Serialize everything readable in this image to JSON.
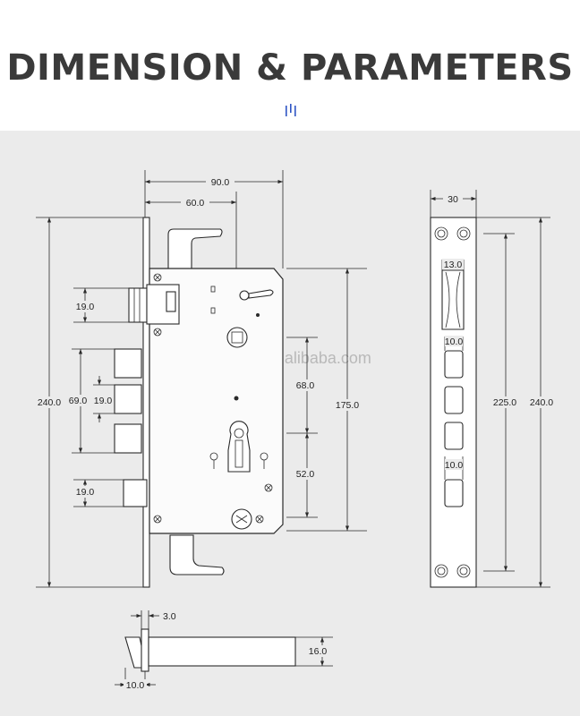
{
  "header": {
    "title": "DIMENSION & PARAMETERS",
    "accent_color": "#2e55c4"
  },
  "drawing": {
    "watermark": "roeasy.en.alibaba.com",
    "front_view": {
      "width_overall": "90.0",
      "width_to_cylinder": "60.0",
      "height_overall": "240.0",
      "latch_height": "19.0",
      "bolt_span": "69.0",
      "bolt_height": "19.0",
      "deadbolt_height": "19.0",
      "spindle_to_cylinder": "68.0",
      "body_height": "175.0",
      "cylinder_to_bottom": "52.0"
    },
    "faceplate_view": {
      "width": "30",
      "latch_slot_width": "13.0",
      "bolt_slot_width_upper": "10.0",
      "bolt_slot_width_lower": "10.0",
      "screw_spacing": "225.0",
      "height_overall": "240.0"
    },
    "bottom_view": {
      "faceplate_thickness": "3.0",
      "body_thickness": "16.0",
      "projection": "10.0"
    }
  },
  "colors": {
    "panel_bg": "#ebebeb",
    "line": "#2a2a2a",
    "title_text": "#3a3a3a"
  }
}
